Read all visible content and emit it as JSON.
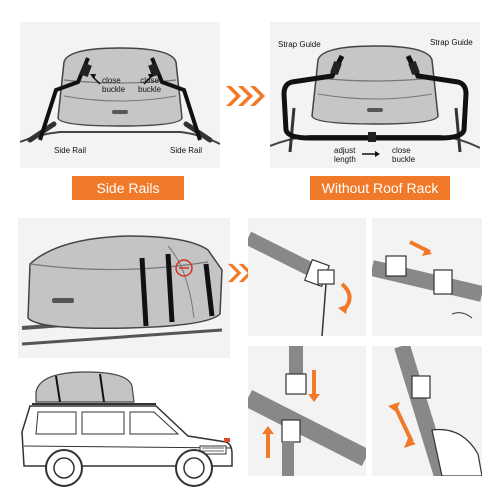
{
  "panel1": {
    "captionText": "Side Rails",
    "labels": {
      "closeBuckleLeft": "close\nbuckle",
      "closeBuckleRight": "close\nbuckle",
      "sideRailLeft": "Side Rail",
      "sideRailRight": "Side Rail"
    }
  },
  "panel2": {
    "captionText": "Without Roof Rack",
    "labels": {
      "strapGuideLeft": "Strap Guide",
      "strapGuideRight": "Strap Guide",
      "adjustLength": "adjust\nlength",
      "closeBuckle": "close\nbuckle"
    }
  },
  "colors": {
    "accent": "#f07a2a",
    "bag": "#bdbdbd",
    "strap": "#1a1a1a",
    "panelBg": "#f3f3f3"
  },
  "icons": {
    "chevronArrow": "orange-chevron-arrows",
    "motionArrow": "orange-arrow"
  }
}
